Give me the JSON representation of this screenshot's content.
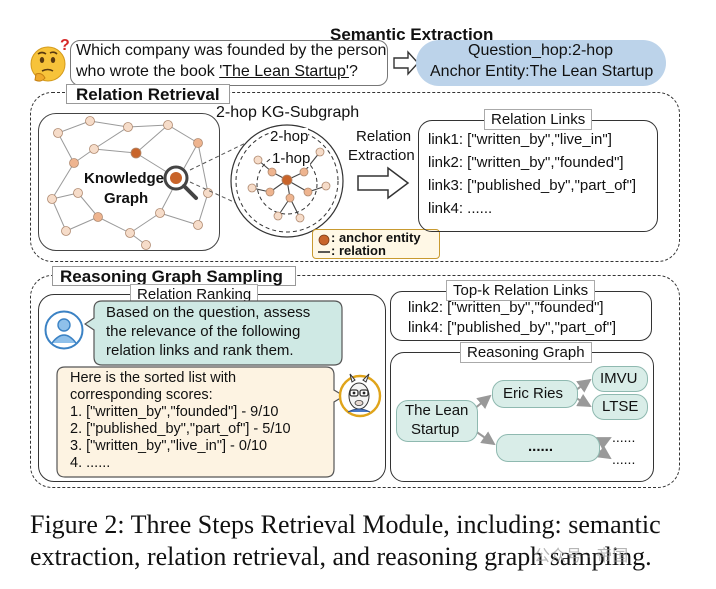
{
  "semantic": {
    "title": "Semantic Extraction",
    "question_line1": "Which company was founded by the person",
    "question_line2_pre": "who wrote the book ",
    "question_book": "'The Lean Startup'",
    "question_line2_post": "?",
    "out_line1": "Question_hop:2-hop",
    "out_line2": "Anchor Entity:The Lean Startup"
  },
  "relation_retrieval": {
    "title": "Relation Retrieval",
    "kg_label_line1": "Knowledge",
    "kg_label_line2": "Graph",
    "subgraph_title": "2-hop KG-Subgraph",
    "hop2": "2-hop",
    "hop1": "1-hop",
    "extraction_line1": "Relation",
    "extraction_line2": "Extraction",
    "legend_anchor": ": anchor entity",
    "legend_relation": ": relation",
    "links_title": "Relation Links",
    "links": [
      "link1: [\"written_by\",\"live_in\"]",
      "link2: [\"written_by\",\"founded\"]",
      "link3: [\"published_by\",\"part_of\"]",
      "link4: ......"
    ]
  },
  "sampling": {
    "title": "Reasoning Graph Sampling",
    "ranking_title": "Relation Ranking",
    "prompt_lines": [
      "Based on the question, assess",
      "the relevance of the following",
      "relation links and rank them."
    ],
    "answer_lines": [
      "Here is the sorted list with",
      "corresponding scores:",
      "1.  [\"written_by\",\"founded\"] - 9/10",
      "2.  [\"published_by\",\"part_of\"] - 5/10",
      "3.  [\"written_by\",\"live_in\"] - 0/10",
      "4.  ......"
    ],
    "topk_title": "Top-k Relation Links",
    "topk": [
      "link2:  [\"written_by\",\"founded\"]",
      "link4:  [\"published_by\",\"part_of\"]"
    ],
    "rg_title": "Reasoning Graph",
    "rg_root_line1": "The Lean",
    "rg_root_line2": "Startup",
    "rg_mid1": "Eric Ries",
    "rg_mid2": "......",
    "rg_leaf1": "IMVU",
    "rg_leaf2": "LTSE",
    "rg_leaf3": "......",
    "rg_leaf4": "......"
  },
  "caption": {
    "line1": "Figure 2: Three Steps Retrieval Module, including: semantic",
    "line2": "extraction, relation retrieval, and reasoning graph sampling."
  },
  "watermark": "公众号 · 帝国",
  "colors": {
    "anchor": "#c8642a",
    "node_light": "#f6dcc9",
    "node_mid": "#eeb48f",
    "bubble_teal": "#cfe9e4",
    "bubble_cream": "#fdf3e2",
    "pill_blue": "#bcd3ea"
  }
}
